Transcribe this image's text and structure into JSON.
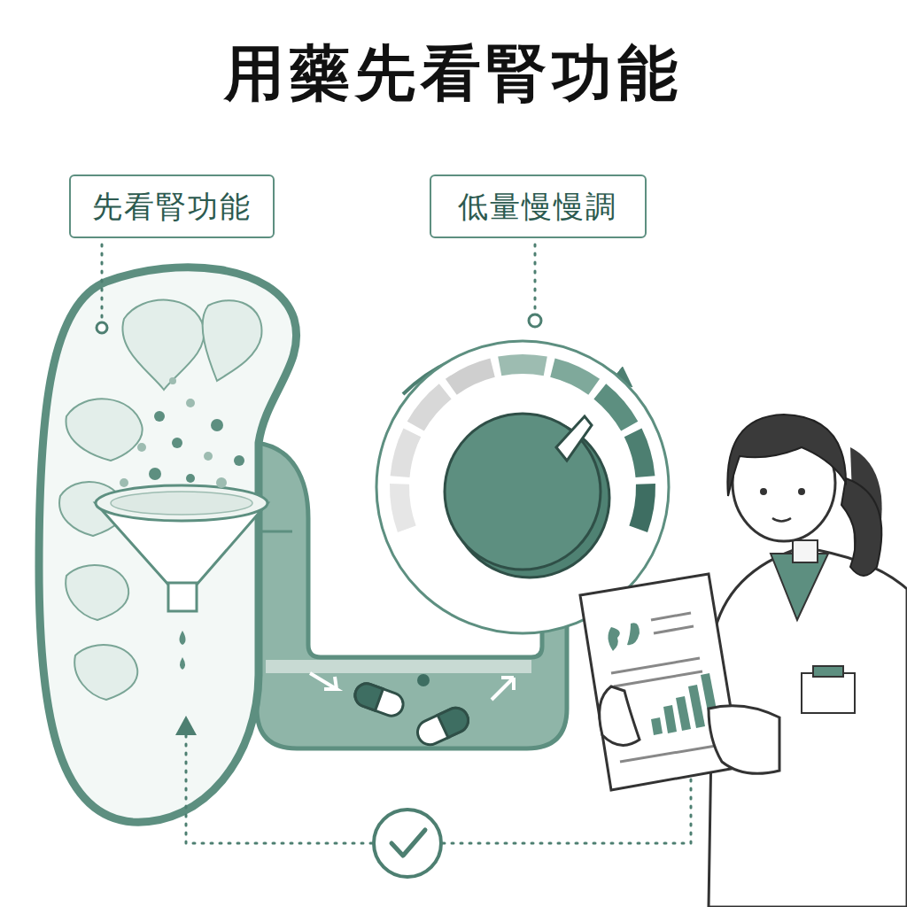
{
  "diagram": {
    "title": "用藥先看腎功能",
    "nodes": [
      {
        "text": [
          "先看腎功能"
        ]
      },
      {
        "text": [
          "低量慢慢調"
        ]
      }
    ]
  }
}
